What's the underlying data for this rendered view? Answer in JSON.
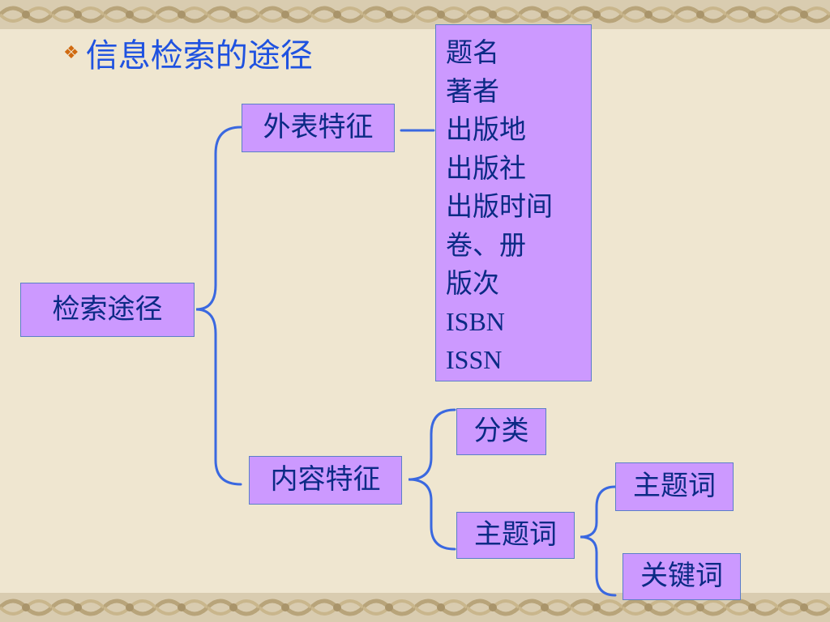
{
  "title": {
    "bullet_icon": "diamond-cluster-icon",
    "text": "信息检索的途径"
  },
  "diagram": {
    "root": "检索途径",
    "branch_appearance": "外表特征",
    "branch_content": "内容特征",
    "appearance_items": [
      "题名",
      "著者",
      "出版地",
      "出版社",
      "出版时间",
      "卷、册",
      "版次",
      "ISBN",
      "ISSN"
    ],
    "content_classification": "分类",
    "content_subject": "主题词",
    "subject_children": [
      "主题词",
      "关键词"
    ]
  },
  "colors": {
    "box_fill": "#cc99ff",
    "text": "#0b2a85",
    "connector": "#3a68e0",
    "title": "#1f52e0",
    "bullet": "#d06a10"
  }
}
